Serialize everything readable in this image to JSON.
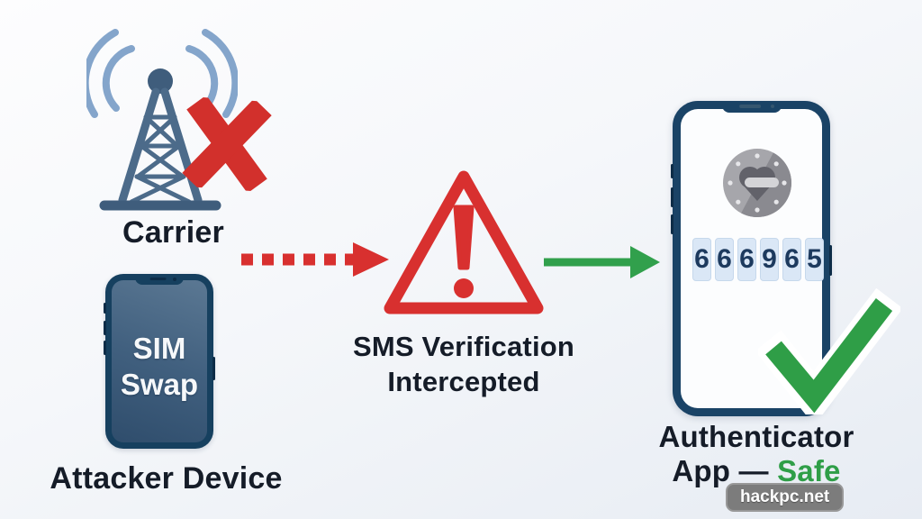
{
  "diagram": {
    "carrier": {
      "label": "Carrier"
    },
    "attacker_device": {
      "screen_top": "SIM",
      "screen_bottom": "Swap",
      "label": "Attacker Device"
    },
    "sms_interception": {
      "line1": "SMS Verification",
      "line2": "Intercepted"
    },
    "authenticator": {
      "code_digits": [
        "6",
        "6",
        "6",
        "9",
        "6",
        "5"
      ],
      "label_line1": "Authenticator",
      "label_line2_prefix": "App — ",
      "label_line2_highlight": "Safe"
    },
    "watermark": "hackpc.net"
  },
  "icons": {
    "cell_tower": "cell-tower-icon",
    "signal_waves": "signal-waves-icon",
    "red_x": "red-x-icon",
    "warning_triangle": "warning-triangle-icon",
    "dashed_arrow": "dashed-arrow-icon",
    "solid_arrow": "green-arrow-icon",
    "authenticator_app": "authenticator-app-icon",
    "checkmark": "checkmark-icon"
  },
  "colors": {
    "danger_red": "#d8302f",
    "safe_green": "#2f9e47",
    "phone_navy": "#16405f",
    "tower_blue": "#4c6b8a",
    "wave_blue": "#84a5cb",
    "text_dark": "#151c28",
    "code_box_bg": "#dae7f6",
    "code_digit": "#1d3a5e",
    "watermark_bg": "#7c7c7c"
  }
}
